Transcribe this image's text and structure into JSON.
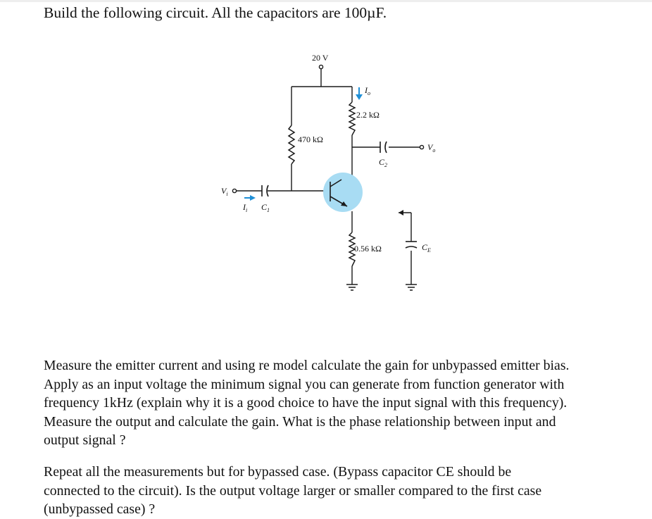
{
  "intro": "Build the following circuit. All the capacitors are 100µF.",
  "circuit": {
    "supply": "20 V",
    "r_collector": "2.2 kΩ",
    "r_base": "470 kΩ",
    "r_emitter": "0.56 kΩ",
    "output_current": "I",
    "output_current_sub": "o",
    "output_voltage": "V",
    "output_voltage_sub": "o",
    "input_voltage": "V",
    "input_voltage_sub": "i",
    "input_current": "I",
    "input_current_sub": "i",
    "c1": "C",
    "c1_sub": "1",
    "c2": "C",
    "c2_sub": "2",
    "ce": "C",
    "ce_sub": "E",
    "colors": {
      "wire": "#1a1a1a",
      "transistor_highlight": "#a8dcf3",
      "arrow": "#1f8fd6"
    }
  },
  "paragraph1": [
    "Measure the emitter current and using re model calculate the gain for unbypassed emitter bias.",
    "Apply as an input voltage the minimum signal you can generate from function generator with",
    "frequency 1kHz (explain why it is a good choice to have the input signal with this frequency).",
    "Measure the output and calculate the gain. What is the phase relationship between input and",
    "output signal ?"
  ],
  "paragraph2": [
    "Repeat all the measurements but for bypassed case. (Bypass capacitor CE should be",
    "connected to the circuit). Is the output voltage larger or smaller compared to the first case",
    "(unbypassed case) ?"
  ]
}
